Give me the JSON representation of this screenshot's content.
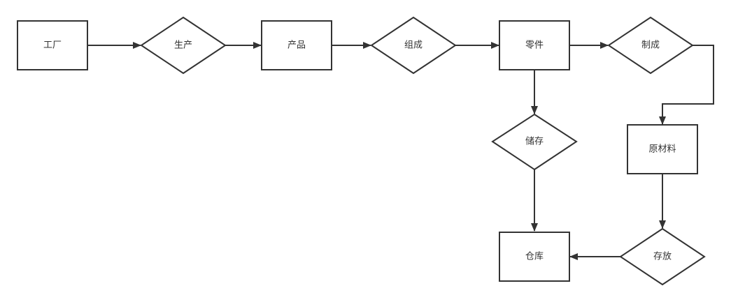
{
  "diagram": {
    "entities": {
      "factory": "工厂",
      "product": "产品",
      "part": "零件",
      "raw_material": "原材料",
      "warehouse": "仓库"
    },
    "relations": {
      "produce": "生产",
      "compose": "组成",
      "manufacture": "制成",
      "storage": "储存",
      "store": "存放"
    },
    "colors": {
      "stroke": "#333333",
      "fill": "#ffffff",
      "text": "#333333"
    }
  }
}
